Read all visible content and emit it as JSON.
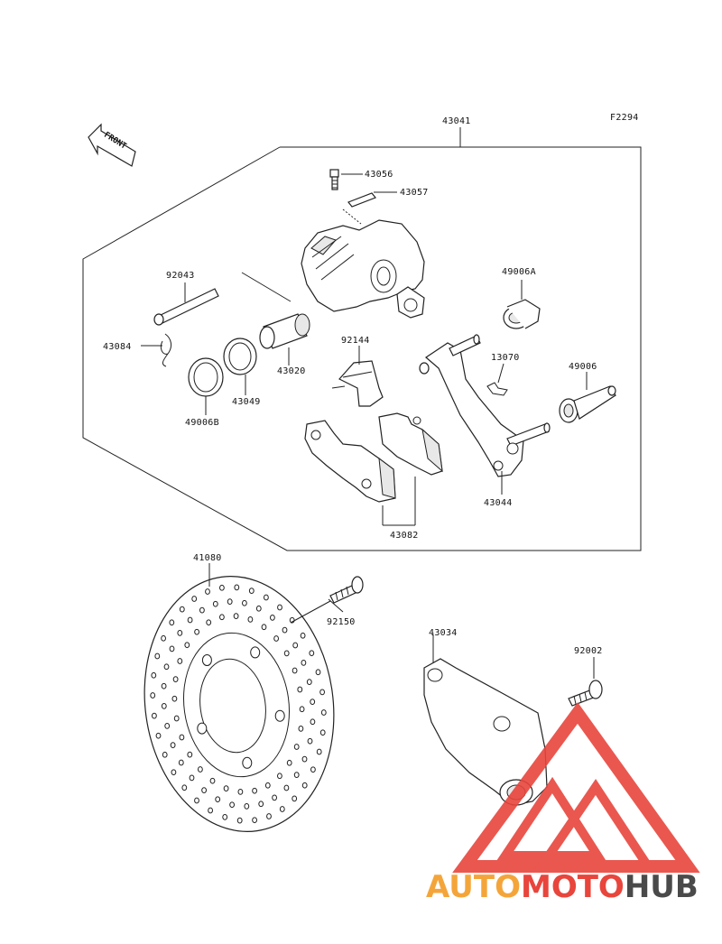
{
  "diagram": {
    "code": "F2294",
    "front_label": "FRONT",
    "parts": {
      "p43041": "43041",
      "p43056": "43056",
      "p43057": "43057",
      "p92043": "92043",
      "p49006a": "49006A",
      "p43084": "43084",
      "p92144": "92144",
      "p13070": "13070",
      "p49006": "49006",
      "p43020": "43020",
      "p43049": "43049",
      "p49006b": "49006B",
      "p43044": "43044",
      "p43082": "43082",
      "p41080": "41080",
      "p92150": "92150",
      "p43034": "43034",
      "p92002": "92002"
    }
  },
  "watermark": {
    "part1": "AUTO",
    "part2": "MOTO",
    "part3": "HUB",
    "color_accent": "#f4a53a",
    "color_brand": "#e8453c",
    "color_dark": "#4a4a4a"
  }
}
